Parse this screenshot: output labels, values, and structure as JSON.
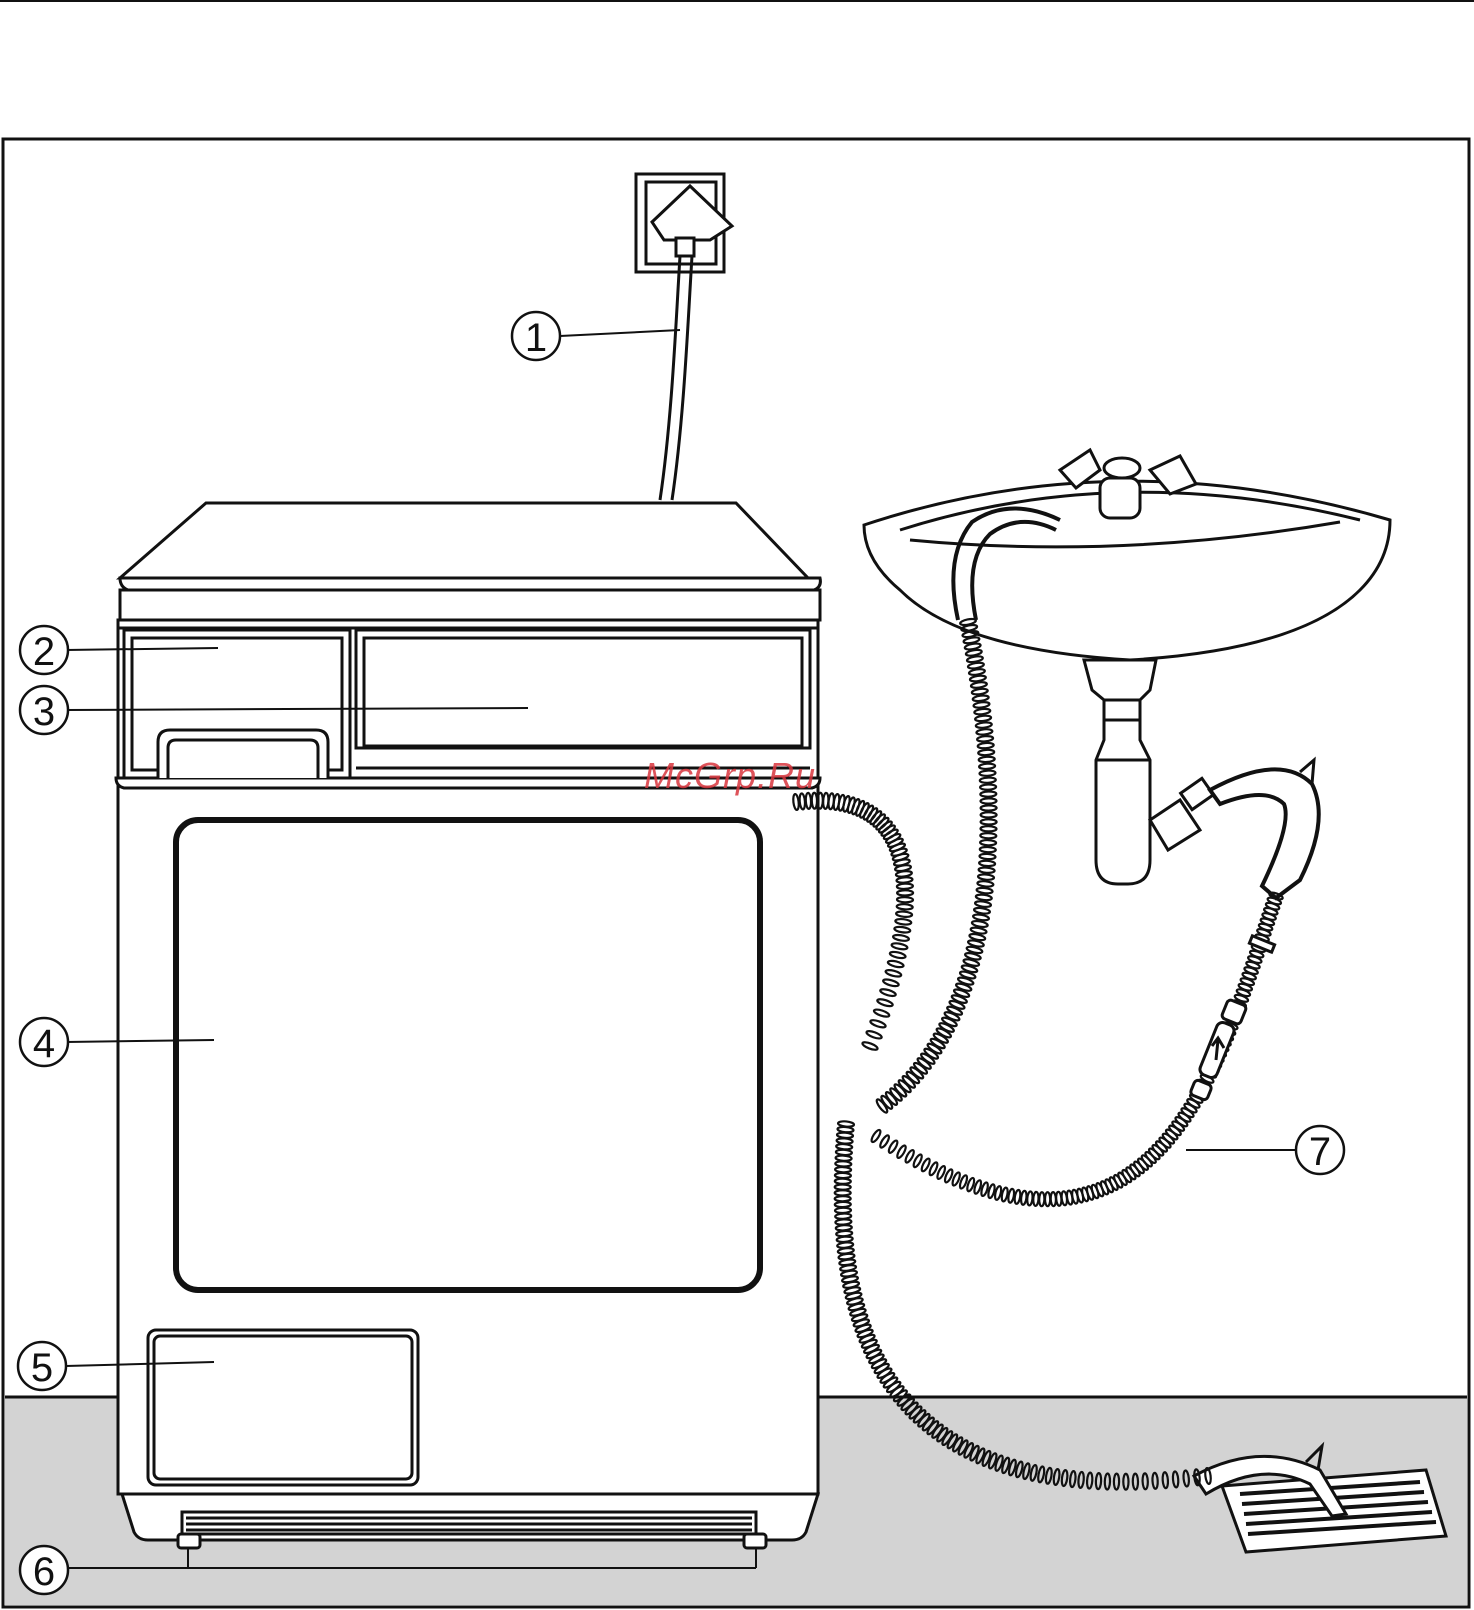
{
  "watermark": "McGrp.Ru",
  "callouts": [
    {
      "id": "1",
      "label": "1"
    },
    {
      "id": "2",
      "label": "2"
    },
    {
      "id": "3",
      "label": "3"
    },
    {
      "id": "4",
      "label": "4"
    },
    {
      "id": "5",
      "label": "5"
    },
    {
      "id": "6",
      "label": "6"
    },
    {
      "id": "7",
      "label": "7"
    }
  ],
  "colors": {
    "line": "#111111",
    "floor": "#d3d3d3",
    "wall": "#ffffff",
    "watermark": "#d9363e"
  }
}
